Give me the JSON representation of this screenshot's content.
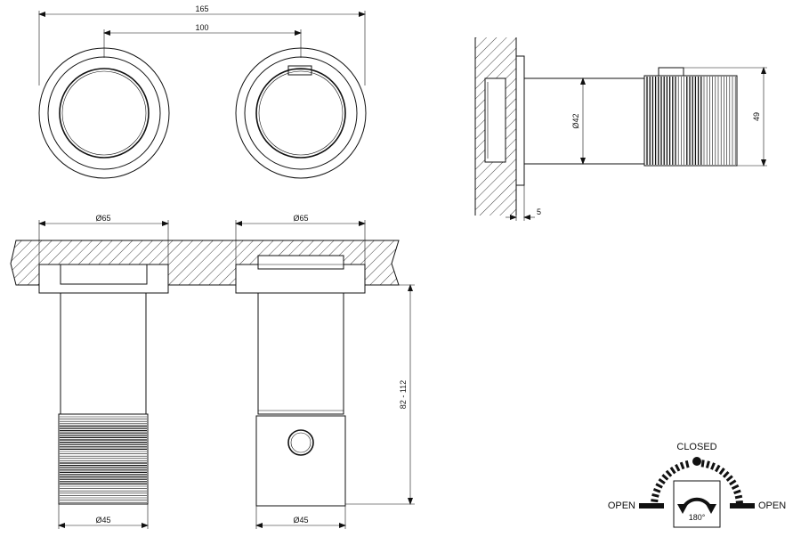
{
  "dimensions": {
    "overall_width": "165",
    "center_distance": "100",
    "flange_dia_left": "Ø65",
    "flange_dia_right": "Ø65",
    "body_dia_left": "Ø45",
    "body_dia_right": "Ø45",
    "projection_range": "82 - 112",
    "side_body_dia": "Ø42",
    "side_knob_height": "49",
    "side_flange_thickness": "5"
  },
  "rotation_indicator": {
    "closed_label": "CLOSED",
    "open_left_label": "OPEN",
    "open_right_label": "OPEN",
    "angle_label": "180°"
  }
}
